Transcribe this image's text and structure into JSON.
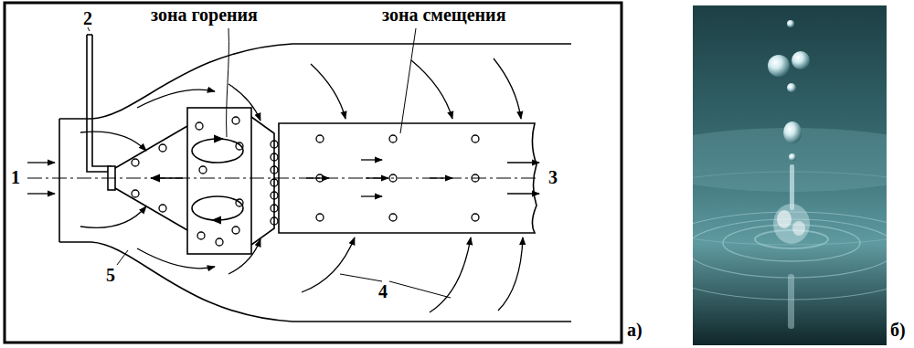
{
  "diagram": {
    "labels": [
      "зона горения",
      "зона смещения",
      "1",
      "2",
      "3",
      "4",
      "5",
      "а)",
      "б)"
    ]
  }
}
